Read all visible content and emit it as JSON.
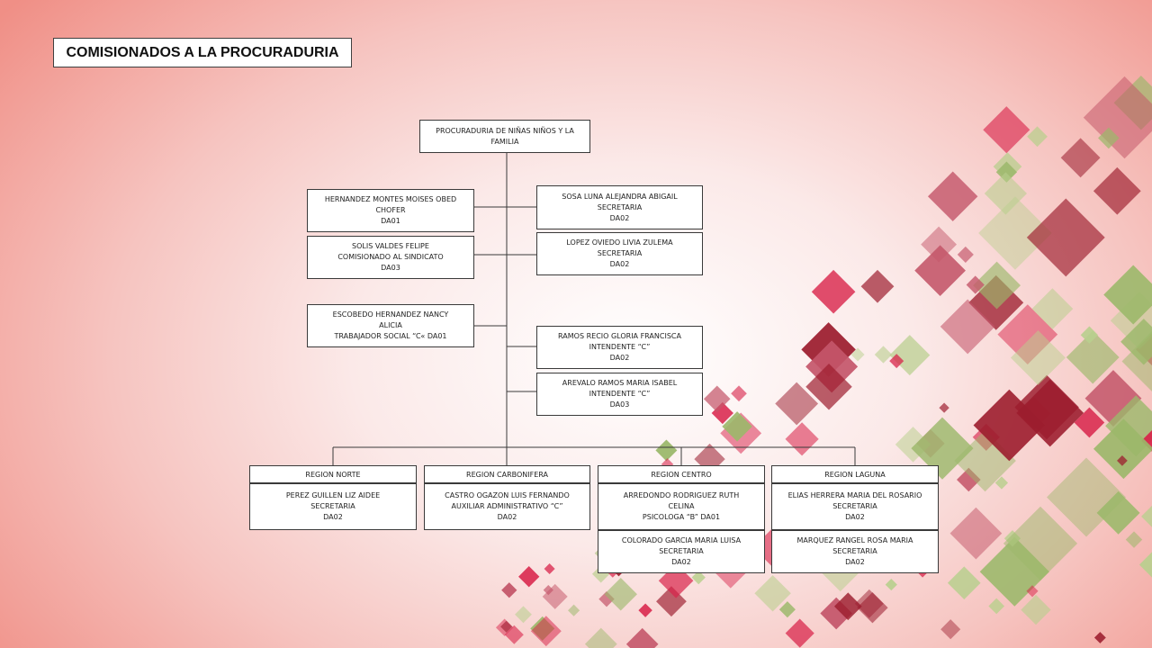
{
  "slide": {
    "title": "COMISIONADOS A LA PROCURADURIA"
  },
  "colors": {
    "accent_red": "#d8234a",
    "accent_green": "#9bb86a",
    "accent_dark_red": "#9c1d2e",
    "background_coral": "#f08f86"
  },
  "org": {
    "root": {
      "line1": "PROCURADURIA DE NIÑAS NIÑOS Y LA",
      "line2": "FAMILIA"
    },
    "left": [
      {
        "name": "HERNANDEZ MONTES MOISES OBED",
        "role": "CHOFER",
        "code": "DA01"
      },
      {
        "name": "SOLIS VALDES FELIPE",
        "role": "COMISIONADO AL SINDICATO",
        "code": "DA03"
      },
      {
        "name": "ESCOBEDO HERNANDEZ NANCY",
        "name2": "ALICIA",
        "role": "TRABAJADOR SOCIAL “C« DA01"
      }
    ],
    "right": [
      {
        "name": "SOSA LUNA ALEJANDRA ABIGAIL",
        "role": "SECRETARIA",
        "code": "DA02"
      },
      {
        "name": "LOPEZ OVIEDO LIVIA ZULEMA",
        "role": "SECRETARIA",
        "code": "DA02"
      },
      {
        "name": "RAMOS RECIO GLORIA FRANCISCA",
        "role": "INTENDENTE “C”",
        "code": "DA02"
      },
      {
        "name": "AREVALO RAMOS MARIA ISABEL",
        "role": "INTENDENTE “C”",
        "code": "DA03"
      }
    ],
    "regions": [
      {
        "label": "REGION NORTE",
        "members": [
          {
            "l1": "PEREZ GUILLEN LIZ AIDEE",
            "l2": "SECRETARIA",
            "l3": "DA02"
          }
        ]
      },
      {
        "label": "REGION CARBONIFERA",
        "members": [
          {
            "l1": "CASTRO OGAZON LUIS FERNANDO",
            "l2": "AUXILIAR ADMINISTRATIVO “C”",
            "l3": "DA02"
          }
        ]
      },
      {
        "label": "REGION CENTRO",
        "members": [
          {
            "l1": "ARREDONDO RODRIGUEZ RUTH",
            "l2": "CELINA",
            "l3": "PSICOLOGA “B”  DA01"
          },
          {
            "l1": "COLORADO GARCIA MARIA LUISA",
            "l2": "SECRETARIA",
            "l3": "DA02"
          }
        ]
      },
      {
        "label": "REGION LAGUNA",
        "members": [
          {
            "l1": "ELIAS HERRERA MARIA DEL ROSARIO",
            "l2": "SECRETARIA",
            "l3": "DA02"
          },
          {
            "l1": "MARQUEZ RANGEL ROSA MARIA",
            "l2": "SECRETARIA",
            "l3": "DA02"
          }
        ]
      }
    ]
  }
}
